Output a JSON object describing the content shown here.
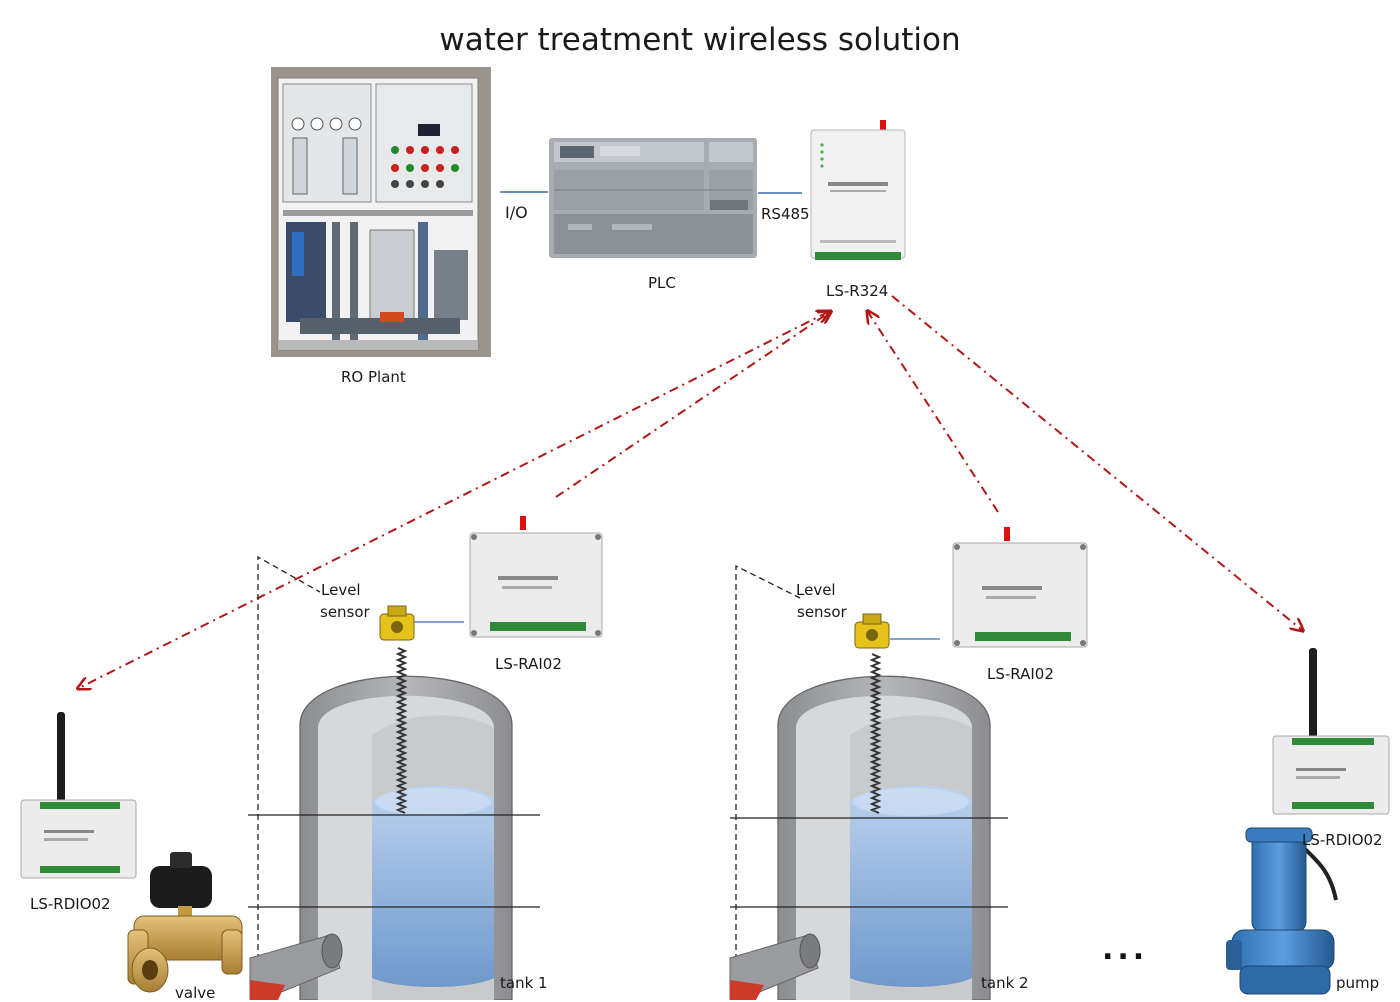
{
  "title": "water treatment wireless solution",
  "labels": {
    "io": "I/O",
    "rs485": "RS485",
    "plc": "PLC",
    "ro_plant": "RO Plant",
    "ls_r324": "LS-R324",
    "level": "Level",
    "sensor": "sensor",
    "ls_rai02": "LS-RAI02",
    "ls_rdio02": "LS-RDIO02",
    "valve": "valve",
    "tank1": "tank 1",
    "tank2": "tank 2",
    "pump": "pump",
    "ellipsis": "..."
  },
  "colors": {
    "link_dash": "#b01818",
    "wire": "#3a6ea5",
    "water": "#8fb4de",
    "tank_gray": "#a7a8ab",
    "sensor_yellow": "#e6c21c"
  }
}
